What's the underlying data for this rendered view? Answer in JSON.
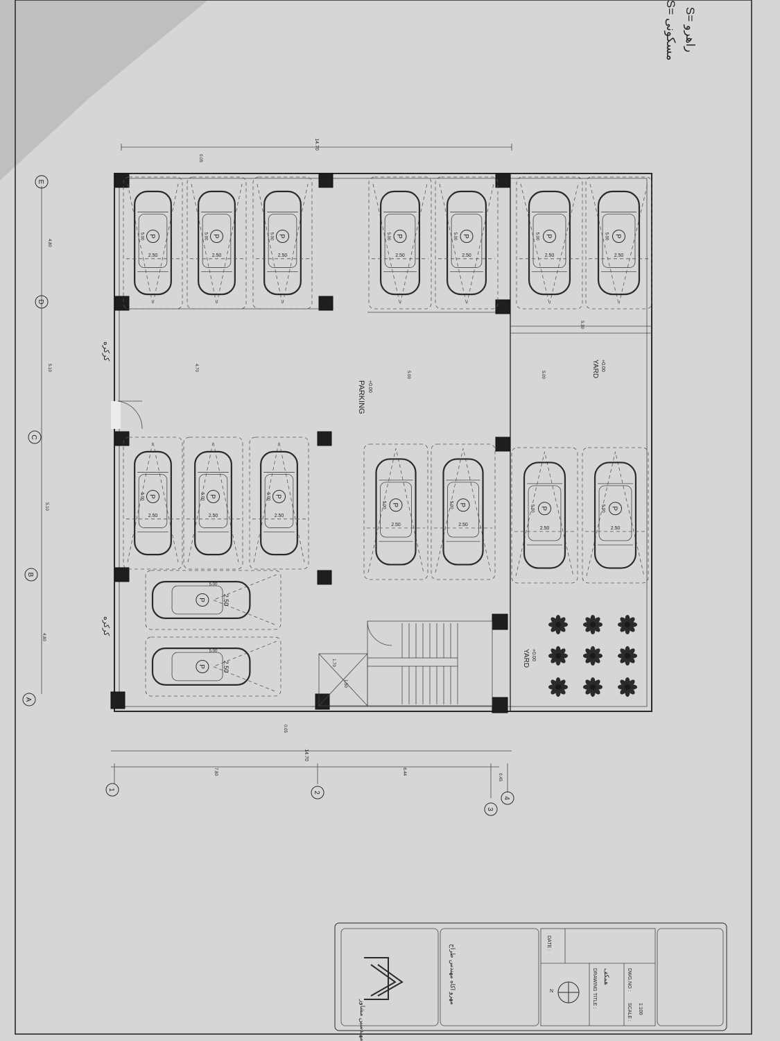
{
  "grid": {
    "letters": [
      "A",
      "B",
      "C",
      "D",
      "E"
    ],
    "numbers": [
      "1",
      "2",
      "3",
      "4"
    ],
    "top_dims": [
      "4.80",
      "5.10",
      "5.10",
      "4.80"
    ],
    "side_dims": [
      "7.80",
      "6.44",
      "0.45"
    ],
    "overall_dim": "14.70",
    "edge_dim": "0.05",
    "aisle_dim": "4.70",
    "lane_dims": [
      "5.00",
      "5.00",
      "5.30"
    ]
  },
  "labels": {
    "parking": "PARKING",
    "parking_level": "+0.00",
    "yard": "YARD",
    "yard_level": "+0.00",
    "yard2": "YARD",
    "yard2_level": "+0.00",
    "door1": "کرکره",
    "door2": "کرکره",
    "stair_dims": [
      "1.70",
      "1.50"
    ]
  },
  "cars": {
    "marker": "P",
    "stall_width": "2.50",
    "stall_length": "5.00"
  },
  "legend": {
    "line1": "S= مسکونی",
    "line2": "S= راهرو"
  },
  "title_block": {
    "company": "مهندسین مشاور",
    "designer": "مهرو اکاه مهندس طراح",
    "date_label": "DATE :",
    "drawing_title_label": "DRAWING TITLE :",
    "drawing_title": "همکف",
    "dwg_no_label": "DWG.NO :",
    "scale_label": "SCALE :",
    "scale_value": "1:100",
    "north": "N"
  }
}
